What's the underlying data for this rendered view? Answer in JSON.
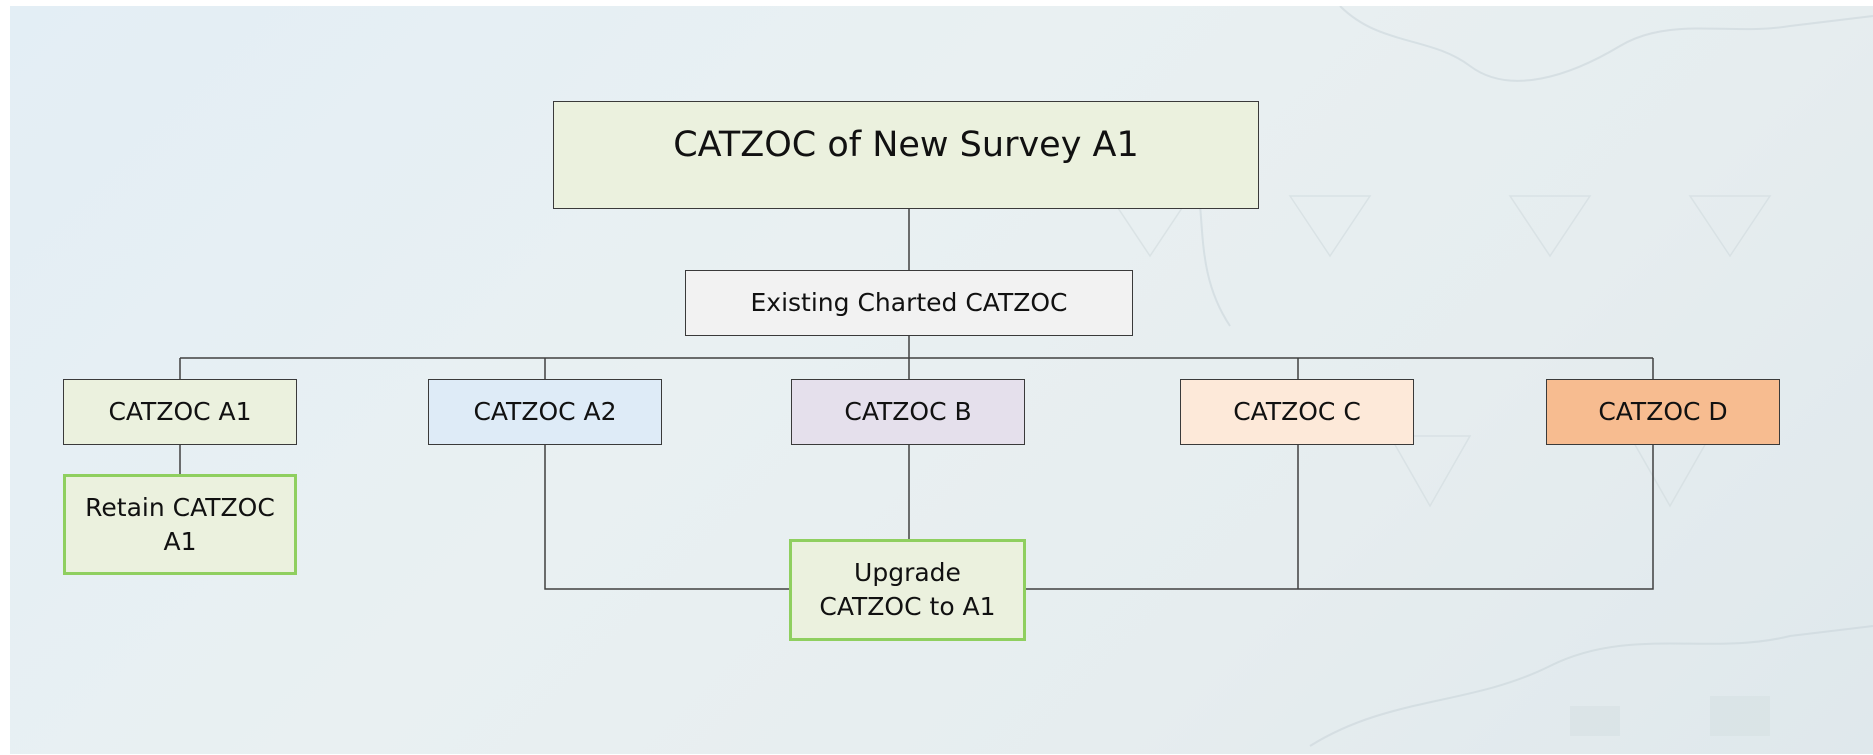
{
  "diagram": {
    "root": {
      "label": "CATZOC of New Survey A1",
      "fill": "#ebf1de"
    },
    "decision": {
      "label": "Existing Charted CATZOC",
      "fill": "#f2f2f2"
    },
    "categories": [
      {
        "id": "a1",
        "label": "CATZOC A1",
        "fill": "#ebf1de"
      },
      {
        "id": "a2",
        "label": "CATZOC A2",
        "fill": "#deebf7"
      },
      {
        "id": "b",
        "label": "CATZOC B",
        "fill": "#e5e0ec"
      },
      {
        "id": "c",
        "label": "CATZOC C",
        "fill": "#fde9d9"
      },
      {
        "id": "d",
        "label": "CATZOC D",
        "fill": "#f7bc90"
      }
    ],
    "outcomes": {
      "retain": {
        "label": "Retain CATZOC A1",
        "fill": "#ebf1de",
        "border": "#8fcf5f"
      },
      "upgrade": {
        "label": "Upgrade CATZOC to A1",
        "fill": "#ebf1de",
        "border": "#8fcf5f"
      }
    },
    "line_color": "#404040"
  }
}
